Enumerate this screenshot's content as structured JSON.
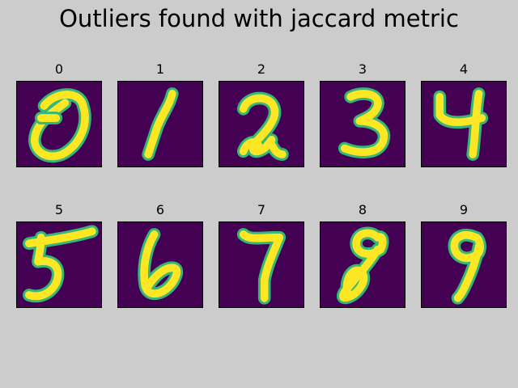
{
  "figure": {
    "title": "Outliers found with jaccard metric",
    "background_color": "#cccccc",
    "image_background_color": "#440154",
    "digit_stroke_color": "#fde725",
    "digit_edge_color": "#35b779"
  },
  "panels": [
    {
      "label": "0",
      "digit": "0"
    },
    {
      "label": "1",
      "digit": "1"
    },
    {
      "label": "2",
      "digit": "2"
    },
    {
      "label": "3",
      "digit": "3"
    },
    {
      "label": "4",
      "digit": "4"
    },
    {
      "label": "5",
      "digit": "5"
    },
    {
      "label": "6",
      "digit": "6"
    },
    {
      "label": "7",
      "digit": "7"
    },
    {
      "label": "8",
      "digit": "8"
    },
    {
      "label": "9",
      "digit": "9"
    }
  ]
}
